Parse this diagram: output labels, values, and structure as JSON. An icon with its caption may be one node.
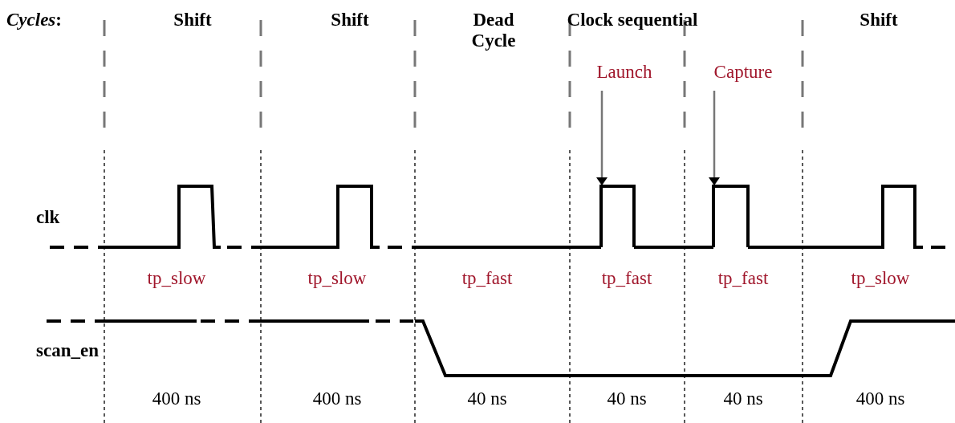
{
  "diagram": {
    "nodes": [
      {
        "text": [
          "Launch"
        ]
      },
      {
        "text": [
          "Capture"
        ]
      },
      {
        "text": [],
        "shape": "pulse"
      },
      {
        "text": [],
        "shape": "pulse"
      }
    ],
    "edges": [
      {
        "from": 0,
        "to": 2,
        "arrow": "to"
      },
      {
        "from": 1,
        "to": 3,
        "arrow": "to"
      }
    ],
    "labels": [
      "*Cycles*:",
      "Shift",
      "Shift",
      "Dead Cycle",
      "Clock sequential",
      "Shift",
      "clk",
      "tp_slow",
      "tp_slow",
      "tp_fast",
      "tp_fast",
      "tp_fast",
      "tp_slow",
      "scan_en",
      "400 ns",
      "400 ns",
      "40 ns",
      "40 ns",
      "40 ns",
      "400 ns"
    ]
  }
}
